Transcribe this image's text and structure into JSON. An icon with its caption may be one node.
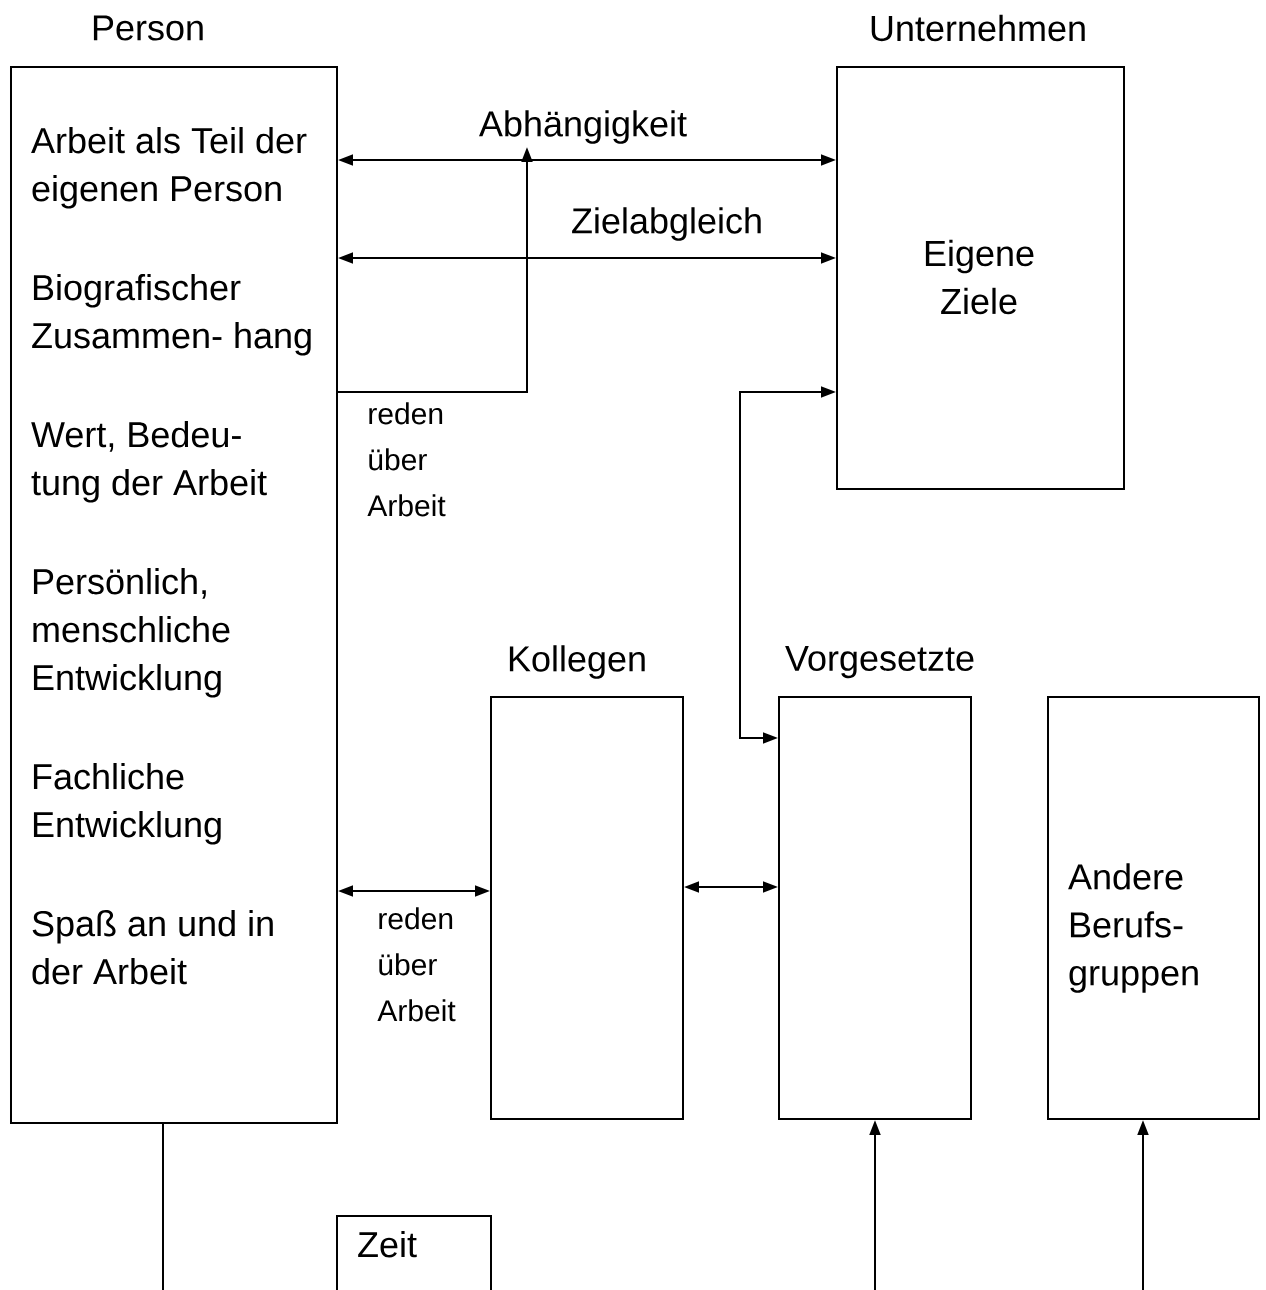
{
  "diagram": {
    "nodes": [
      {
        "text": [
          "Person",
          "Arbeit als Teil der eigenen Person",
          "Biografischer Zusammen- hang",
          "Wert, Bedeu- tung der Arbeit",
          "Persönlich, menschliche Entwicklung",
          "Fachliche Entwicklung",
          "Spaß an und in der Arbeit"
        ]
      },
      {
        "text": [
          "Unternehmen",
          "Eigene Ziele"
        ]
      },
      {
        "text": [
          "Kollegen"
        ]
      },
      {
        "text": [
          "Vorgesetzte"
        ]
      },
      {
        "text": [
          "Andere Berufs- gruppen"
        ]
      },
      {
        "text": [
          "Zeit"
        ]
      }
    ],
    "edges": [
      {
        "from": 0,
        "to": 1,
        "arrow": "both",
        "label": "Abhängigkeit"
      },
      {
        "from": 0,
        "to": 1,
        "arrow": "both",
        "label": "Zielabgleich"
      },
      {
        "from": 0,
        "to": null,
        "arrow": "to",
        "label": "reden über Arbeit"
      },
      {
        "from": 0,
        "to": 2,
        "arrow": "both",
        "label": "reden über Arbeit"
      },
      {
        "from": 2,
        "to": 3,
        "arrow": "both"
      },
      {
        "from": 3,
        "to": 1,
        "arrow": "both"
      },
      {
        "from": null,
        "to": 3,
        "arrow": "to"
      },
      {
        "from": null,
        "to": 4,
        "arrow": "to"
      },
      {
        "from": 0,
        "to": null,
        "arrow": "none"
      }
    ]
  }
}
